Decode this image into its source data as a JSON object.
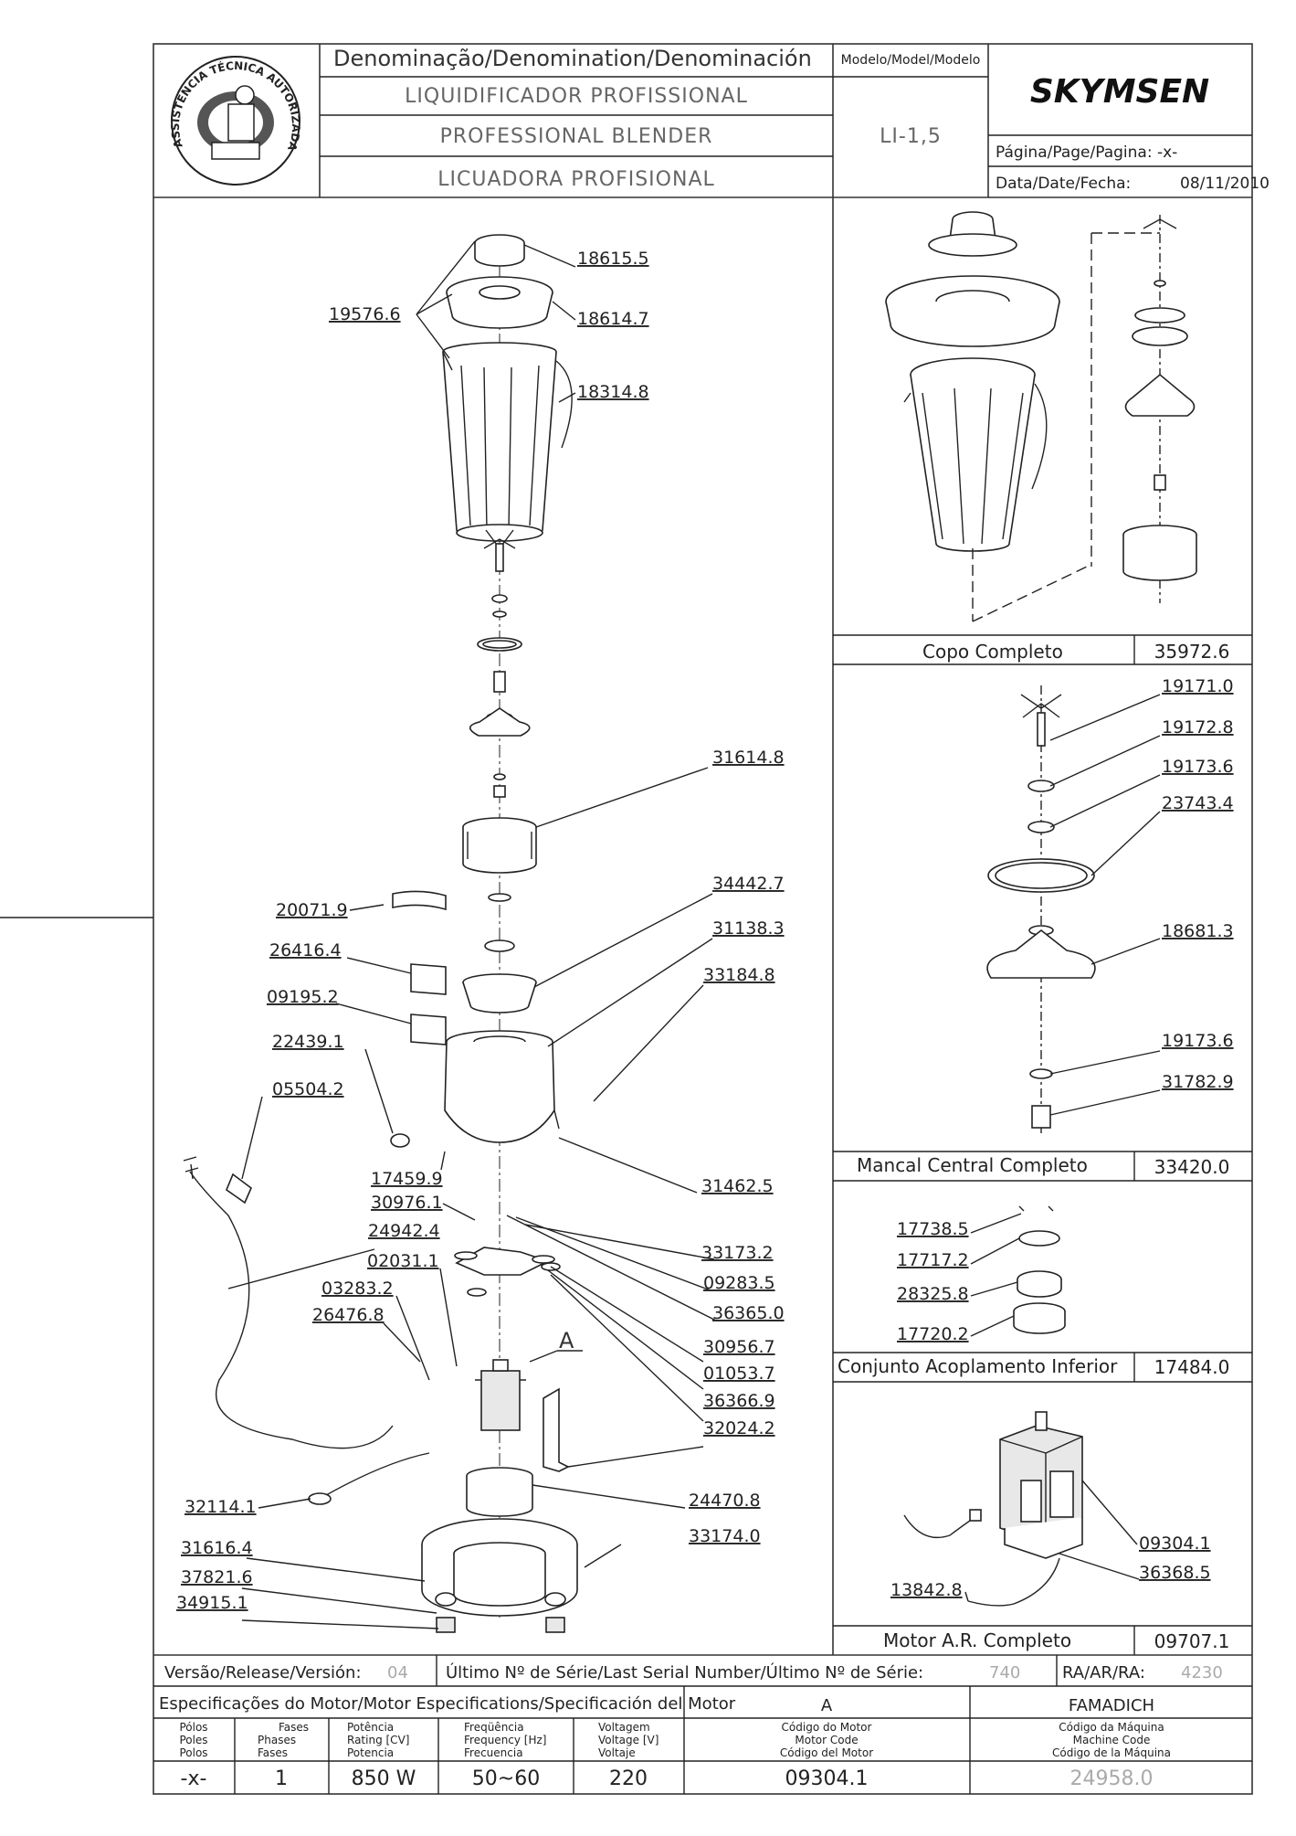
{
  "header": {
    "badge_text": "ASSISTÊNCIA TÉCNICA AUTORIZADA",
    "denomination_label": "Denominação/Denomination/Denominación",
    "name_pt": "LIQUIDIFICADOR PROFISSIONAL",
    "name_en": "PROFESSIONAL BLENDER",
    "name_es": "LICUADORA PROFISIONAL",
    "model_label": "Modelo/Model/Modelo",
    "model_value": "LI-1,5",
    "brand": "SKYMSEN",
    "page_label": "Página/Page/Pagina: -x-",
    "date_label": "Data/Date/Fecha:",
    "date_value": "08/11/2010"
  },
  "main_labels": [
    {
      "id": "l1",
      "text": "18615.5"
    },
    {
      "id": "l2",
      "text": "19576.6"
    },
    {
      "id": "l3",
      "text": "18614.7"
    },
    {
      "id": "l4",
      "text": "18314.8"
    },
    {
      "id": "l5",
      "text": "31614.8"
    },
    {
      "id": "l6",
      "text": "20071.9"
    },
    {
      "id": "l7",
      "text": "34442.7"
    },
    {
      "id": "l8",
      "text": "26416.4"
    },
    {
      "id": "l9",
      "text": "31138.3"
    },
    {
      "id": "l10",
      "text": "09195.2"
    },
    {
      "id": "l11",
      "text": "33184.8"
    },
    {
      "id": "l12",
      "text": "22439.1"
    },
    {
      "id": "l13",
      "text": "05504.2"
    },
    {
      "id": "l14",
      "text": "17459.9"
    },
    {
      "id": "l15",
      "text": "31462.5"
    },
    {
      "id": "l16",
      "text": "30976.1"
    },
    {
      "id": "l17",
      "text": "24942.4"
    },
    {
      "id": "l18",
      "text": "33173.2"
    },
    {
      "id": "l19",
      "text": "02031.1"
    },
    {
      "id": "l20",
      "text": "09283.5"
    },
    {
      "id": "l21",
      "text": "03283.2"
    },
    {
      "id": "l22",
      "text": "36365.0"
    },
    {
      "id": "l23",
      "text": "26476.8"
    },
    {
      "id": "l24",
      "text": "30956.7"
    },
    {
      "id": "l25",
      "text": "01053.7"
    },
    {
      "id": "l26",
      "text": "36366.9"
    },
    {
      "id": "l27",
      "text": "32024.2"
    },
    {
      "id": "l28",
      "text": "32114.1"
    },
    {
      "id": "l29",
      "text": "24470.8"
    },
    {
      "id": "l30",
      "text": "31616.4"
    },
    {
      "id": "l31",
      "text": "33174.0"
    },
    {
      "id": "l32",
      "text": "37821.6"
    },
    {
      "id": "l33",
      "text": "34915.1"
    },
    {
      "id": "la",
      "text": "A"
    }
  ],
  "subassemblies": {
    "copo": {
      "title": "Copo Completo",
      "code": "35972.6"
    },
    "mancal": {
      "title": "Mancal Central Completo",
      "code": "33420.0",
      "labels": [
        "19171.0",
        "19172.8",
        "19173.6",
        "23743.4",
        "18681.3",
        "19173.6",
        "31782.9"
      ]
    },
    "acoplamento": {
      "title": "Conjunto Acoplamento Inferior",
      "code": "17484.0",
      "labels": [
        "17738.5",
        "17717.2",
        "28325.8",
        "17720.2"
      ]
    },
    "motor": {
      "title": "Motor A.R. Completo",
      "code": "09707.1",
      "labels": [
        "09304.1",
        "36368.5",
        "13842.8"
      ]
    }
  },
  "footer": {
    "version_label": "Versão/Release/Versión:",
    "version_value": "04",
    "serial_label": "Último Nº de Série/Last Serial Number/Último Nº de Série:",
    "serial_value": "740",
    "ra_label": "RA/AR/RA:",
    "ra_value": "4230",
    "spec_label": "Especificações do Motor/Motor Especifications/Specificación del Motor",
    "spec_a": "A",
    "spec_famadich": "FAMADICH",
    "cols": [
      {
        "l1": "Pólos",
        "l2": "Poles",
        "l3": "Polos",
        "value": "-x-"
      },
      {
        "l1": "Fases",
        "l2": "Phases",
        "l3": "Fases",
        "value": "1"
      },
      {
        "l1": "Potência",
        "l2": "Rating [CV]",
        "l3": "Potencia",
        "value": "850 W"
      },
      {
        "l1": "Freqüência",
        "l2": "Frequency [Hz]",
        "l3": "Frecuencia",
        "value": "50~60"
      },
      {
        "l1": "Voltagem",
        "l2": "Voltage [V]",
        "l3": "Voltaje",
        "value": "220"
      },
      {
        "l1": "Código do Motor",
        "l2": "Motor Code",
        "l3": "Código del Motor",
        "value": "09304.1"
      },
      {
        "l1": "Código da Máquina",
        "l2": "Machine Code",
        "l3": "Código de la Máquina",
        "value": "24958.0"
      }
    ]
  }
}
